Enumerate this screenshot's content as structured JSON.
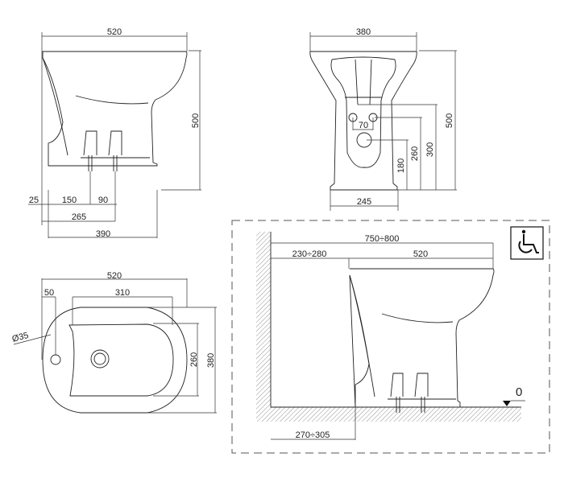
{
  "side_view": {
    "width": "520",
    "height": "500",
    "d1": "25",
    "d2": "150",
    "d3": "90",
    "d4": "265",
    "d5": "390"
  },
  "front_view": {
    "width": "380",
    "height": "500",
    "h300": "300",
    "h260": "260",
    "h180": "180",
    "spacing": "70",
    "base": "245"
  },
  "plan_view": {
    "width": "520",
    "offset": "50",
    "bowl_length": "310",
    "bowl_width": "260",
    "depth": "380",
    "hole": "Ø35"
  },
  "installation": {
    "total": "750÷800",
    "wall_gap": "230÷280",
    "width": "520",
    "drain_distance": "270÷305",
    "floor_level": "0",
    "accessibility_icon": "wheelchair-icon"
  }
}
